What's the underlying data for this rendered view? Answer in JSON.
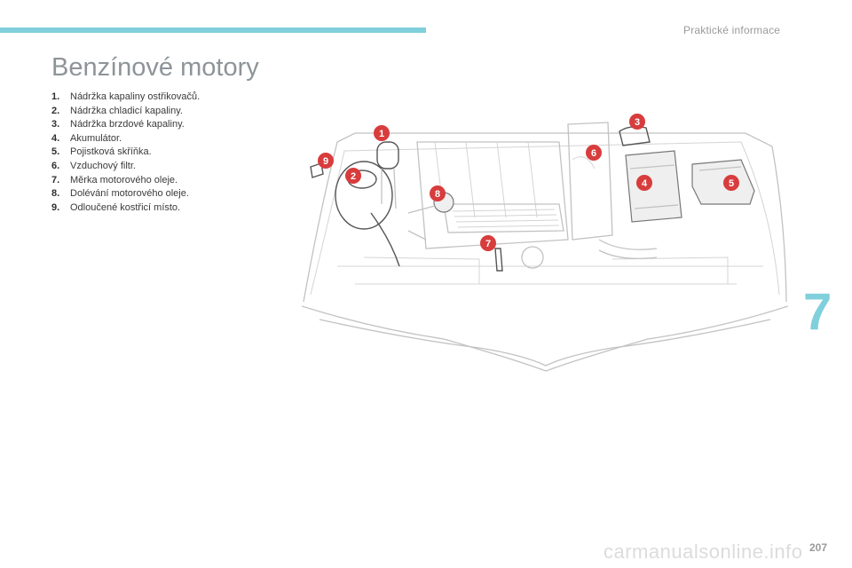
{
  "header": {
    "section": "Praktické informace"
  },
  "title": "Benzínové motory",
  "legend": [
    {
      "num": "1.",
      "text": "Nádržka kapaliny ostřikovačů."
    },
    {
      "num": "2.",
      "text": "Nádržka chladicí kapaliny."
    },
    {
      "num": "3.",
      "text": "Nádržka brzdové kapaliny."
    },
    {
      "num": "4.",
      "text": "Akumulátor."
    },
    {
      "num": "5.",
      "text": "Pojistková skříňka."
    },
    {
      "num": "6.",
      "text": "Vzduchový filtr."
    },
    {
      "num": "7.",
      "text": "Měrka motorového oleje."
    },
    {
      "num": "8.",
      "text": "Dolévání motorového oleje."
    },
    {
      "num": "9.",
      "text": "Odloučené kostřicí místo."
    }
  ],
  "callouts": {
    "c1": "1",
    "c2": "2",
    "c3": "3",
    "c4": "4",
    "c5": "5",
    "c6": "6",
    "c7": "7",
    "c8": "8",
    "c9": "9"
  },
  "chapter": "7",
  "page_number": "207",
  "watermark": "carmanualsonline.info",
  "colors": {
    "accent": "#7fd0dc",
    "callout": "#d83c3c",
    "title": "#8d9498"
  }
}
